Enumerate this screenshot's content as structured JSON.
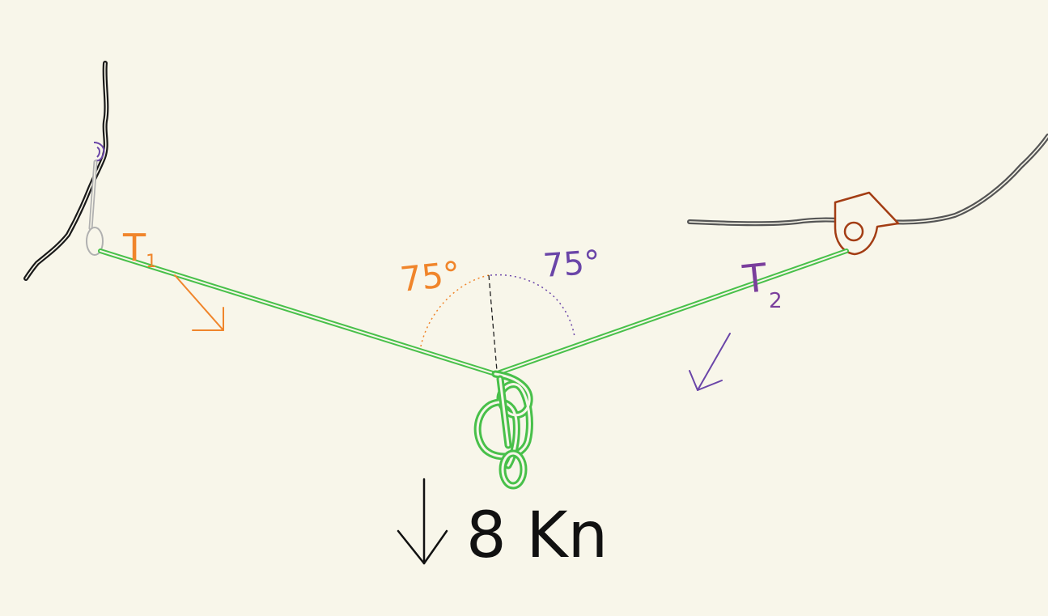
{
  "labels": {
    "tension_left": "T1",
    "tension_left_letter": "T",
    "tension_left_sub": "1",
    "tension_right": "T2",
    "tension_right_letter": "T",
    "tension_right_sub": "2",
    "angle_left": "75°",
    "angle_right": "75°",
    "load": "8 Kn"
  },
  "colors": {
    "background": "#f8f6ea",
    "rope": "#48c04a",
    "tension_left": "#f0852b",
    "tension_right": "#7a3e9c",
    "angle_right": "#6a45a8",
    "rock_left": "#1a1a1a",
    "rock_right": "#555555",
    "anchor_right": "#a33d14",
    "bolt_left": "#b0b0b0",
    "load_arrow": "#111111"
  },
  "icons": {
    "left_anchor": "bolt-hanger-icon",
    "right_anchor": "cam-nut-icon",
    "knot": "figure-eight-knot-icon"
  }
}
